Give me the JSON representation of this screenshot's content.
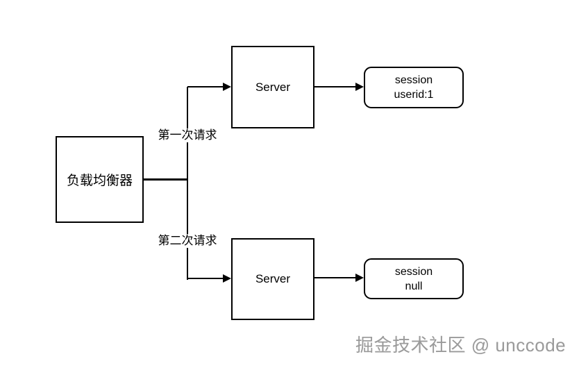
{
  "diagram": {
    "load_balancer_label": "负载均衡器",
    "server_top_label": "Server",
    "server_bottom_label": "Server",
    "session_top_line1": "session",
    "session_top_line2": "userid:1",
    "session_bottom_line1": "session",
    "session_bottom_line2": "null",
    "first_request_label": "第一次请求",
    "second_request_label": "第二次请求"
  },
  "watermark": {
    "text": "掘金技术社区 @ unccode"
  },
  "colors": {
    "stroke": "#000000",
    "background": "#ffffff",
    "watermark_gray": "#9a9a9a"
  }
}
